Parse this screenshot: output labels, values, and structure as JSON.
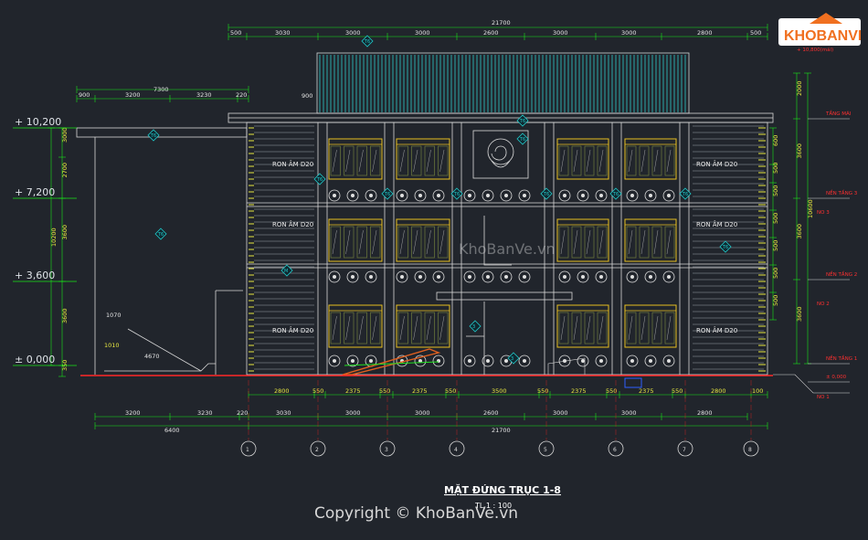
{
  "drawing": {
    "title": "MẶT ĐỨNG TRỤC 1-8",
    "scale": "TL 1 : 100",
    "overall_dim": "21700",
    "wing_dim_top": "7300",
    "wing_dim_bottom": "6400",
    "top_dims": [
      "500",
      "3030",
      "3000",
      "3000",
      "2600",
      "3000",
      "3000",
      "2800",
      "500"
    ],
    "wing_top_dims": [
      "900",
      "3200",
      "3230",
      "220"
    ],
    "bottom_dims_detail": [
      "2800",
      "550",
      "2375",
      "550",
      "2375",
      "550",
      "3500",
      "550",
      "2375",
      "550",
      "2375",
      "550",
      "2800",
      "100"
    ],
    "bottom_dims_main": [
      "3200",
      "3230",
      "220",
      "3030",
      "3000",
      "3000",
      "2600",
      "3000",
      "3000",
      "2800"
    ],
    "levels": [
      "+ 10,200",
      "+ 7,200",
      "+ 3,600",
      "± 0,000"
    ],
    "left_vertical_dims": [
      "3000",
      "2700",
      "3600",
      "3600",
      "10200",
      "350"
    ],
    "right_vertical_dims": [
      "2000",
      "3600",
      "3600",
      "3600",
      "10600"
    ],
    "stack_dims": [
      "600",
      "500",
      "500",
      "500",
      "500",
      "500",
      "500"
    ],
    "notes": [
      "RON ÂM D20",
      "RON ÂM D20",
      "RON ÂM D20",
      "RON ÂM D20",
      "RON ÂM D20",
      "RON ÂM D20"
    ],
    "tags": [
      "T6",
      "T6",
      "T6",
      "T6",
      "T6",
      "T6",
      "T6",
      "T6",
      "T6",
      "T6",
      "T6",
      "T6",
      "M",
      "3",
      "3"
    ],
    "axes": [
      "1",
      "2",
      "3",
      "4",
      "5",
      "6",
      "7",
      "8"
    ],
    "ramp_dims": [
      "1070",
      "1010",
      "4670"
    ],
    "roof_note": "+ 10,800(mái)",
    "right_level_labels": [
      "TẦNG MÁI",
      "NỀN TẦNG 3",
      "NỀN TẦNG 2",
      "NỀN TẦNG 1",
      "± 0,000"
    ],
    "right_level_codes": [
      "NO 3",
      "NO 2",
      "NO 1"
    ]
  },
  "watermarks": {
    "center": "KhoBanVe.vn",
    "copyright": "Copyright © KhoBanVe.vn"
  },
  "logo": {
    "text": "KHOBANVE"
  },
  "colors": {
    "background": "#21252c",
    "dim_green": "#19e619",
    "text_yellow": "#e8e840",
    "cad_cyan": "#20c8c8",
    "red": "#ff2828",
    "line_white": "#d8d8d8"
  }
}
